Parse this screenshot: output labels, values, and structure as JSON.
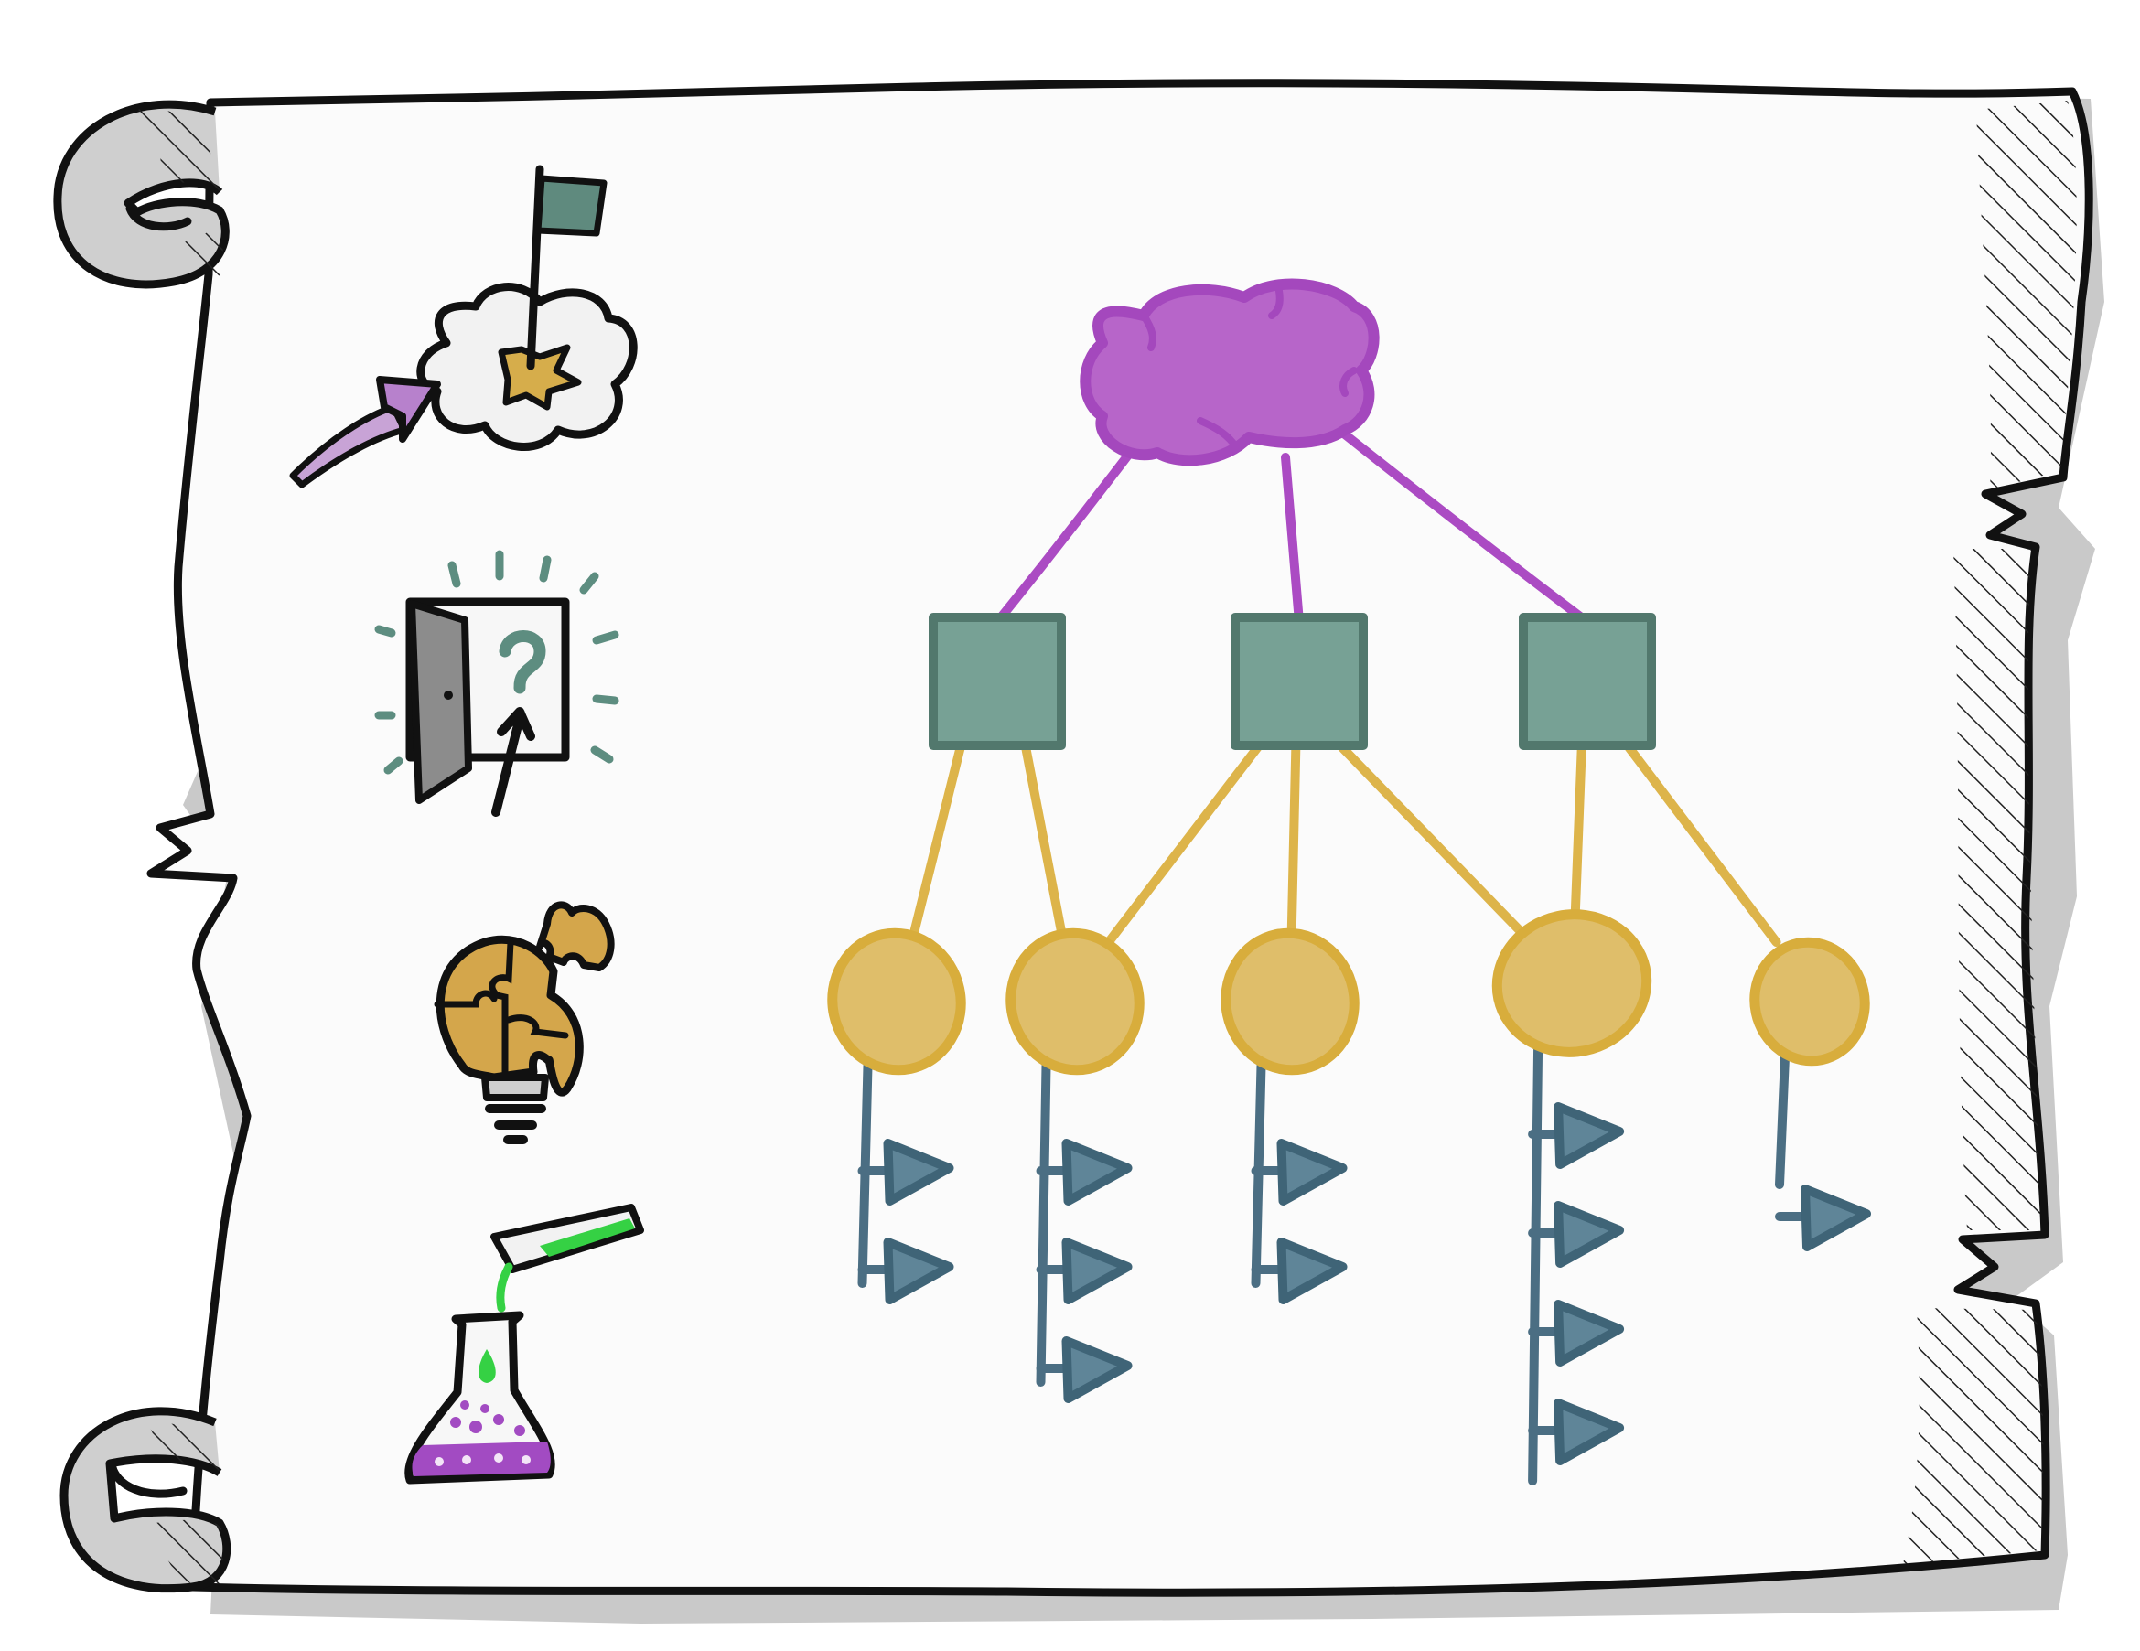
{
  "colors": {
    "outline": "#111111",
    "paper": "#fbfbfb",
    "shadow": "#c9c9c9",
    "curl_fill": "#cfcfcf",
    "hatch": "#222222",
    "root_fill": "#b765c9",
    "root_stroke": "#a448bd",
    "purple_line": "#ab4bc3",
    "square_fill": "#77a195",
    "square_stroke": "#52786d",
    "gold_line": "#ddb44a",
    "oval_fill": "#dfbe6a",
    "oval_stroke": "#d8ad3c",
    "blue_line": "#4b6e83",
    "leaf_fill": "#5f8598",
    "leaf_stroke": "#3f6477",
    "flag": "#5f8a7e",
    "arrow_purple": "#c8a3d6",
    "goal_gold": "#d6ad4b",
    "bulb_gold": "#d4a64b",
    "liquid_green": "#35d144",
    "liquid_purple": "#a24bc2",
    "door_grey": "#8c8c8c",
    "glow_teal": "#5d8d80"
  },
  "icons": [
    {
      "name": "goal-flag-icon"
    },
    {
      "name": "open-door-question-icon"
    },
    {
      "name": "puzzle-lightbulb-icon"
    },
    {
      "name": "chemistry-flask-icon"
    }
  ],
  "hierarchy": {
    "root": {
      "name": "root-cloud"
    },
    "branches": [
      {
        "name": "branch-1",
        "children": [
          {
            "name": "node-1-1",
            "leaves": 2
          },
          {
            "name": "node-1-2",
            "leaves": 3
          }
        ]
      },
      {
        "name": "branch-2",
        "children": [
          {
            "name": "node-2-1",
            "leaves": 2
          }
        ]
      },
      {
        "name": "branch-3",
        "children": [
          {
            "name": "node-3-1",
            "leaves": 4
          },
          {
            "name": "node-3-2",
            "leaves": 1
          }
        ]
      }
    ],
    "shared_links": [
      {
        "from": "branch-2",
        "to": "node-1-2"
      },
      {
        "from": "branch-2",
        "to": "node-3-1"
      }
    ]
  }
}
